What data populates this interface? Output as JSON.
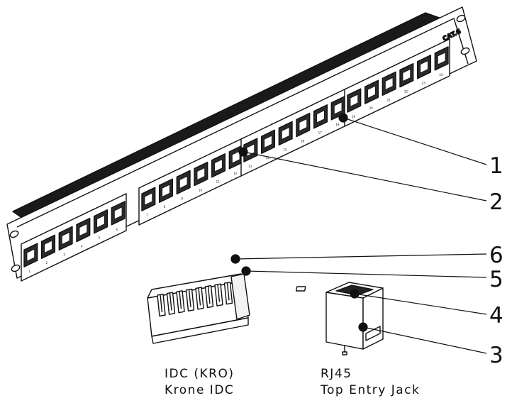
{
  "panel": {
    "label": "CAT.6",
    "modules": [
      {
        "ports": [
          "1",
          "2",
          "3",
          "4",
          "5",
          "6"
        ]
      },
      {
        "ports": [
          "7",
          "8",
          "9",
          "10",
          "11",
          "12"
        ]
      },
      {
        "ports": [
          "13",
          "14",
          "15",
          "16",
          "17",
          "18"
        ]
      },
      {
        "ports": [
          "19",
          "20",
          "21",
          "22",
          "23",
          "24"
        ]
      }
    ]
  },
  "callouts": [
    "1",
    "2",
    "6",
    "5",
    "4",
    "3"
  ],
  "captions": {
    "idc_line1": "IDC (KRO)",
    "idc_line2": "Krone IDC",
    "rj45_line1": "RJ45",
    "rj45_line2": "Top Entry Jack"
  }
}
